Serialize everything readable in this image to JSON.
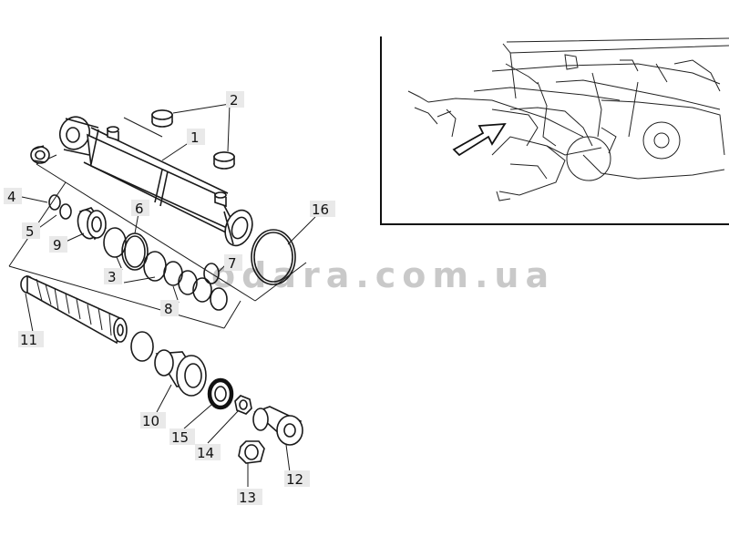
{
  "watermark": "odara.com.ua",
  "callouts": {
    "c1": "1",
    "c2": "2",
    "c3": "3",
    "c4": "4",
    "c5": "5",
    "c6": "6",
    "c7": "7",
    "c8": "8",
    "c9": "9",
    "c10": "10",
    "c11": "11",
    "c12": "12",
    "c13": "13",
    "c14": "14",
    "c15": "15",
    "c16": "16"
  }
}
